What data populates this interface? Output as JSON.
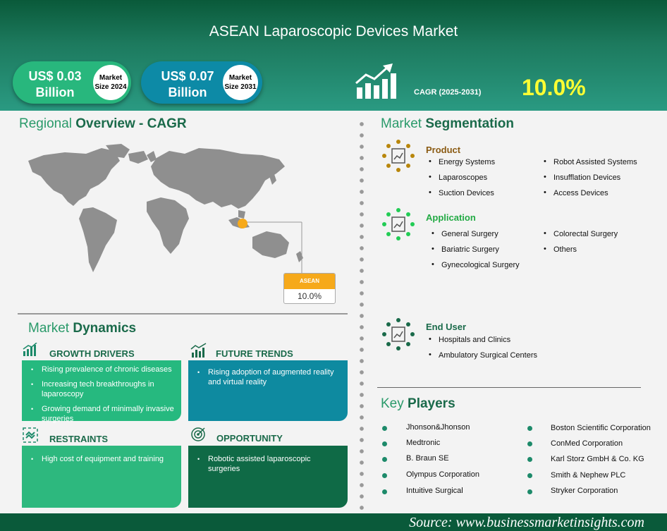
{
  "header": {
    "title": "ASEAN Laparoscopic Devices Market",
    "size_2024": {
      "value": "US$ 0.03 Billion",
      "label": "Market Size 2024"
    },
    "size_2031": {
      "value": "US$ 0.07 Billion",
      "label": "Market Size 2031"
    },
    "cagr_label": "CAGR (2025-2031)",
    "cagr_value": "10.0%"
  },
  "regional": {
    "title_light": "Regional",
    "title_bold": "Overview - CAGR",
    "callout_region": "ASEAN",
    "callout_value": "10.0%",
    "colors": {
      "map": "#8f8f8f",
      "marker": "#f6a91a"
    }
  },
  "dynamics": {
    "title_light": "Market",
    "title_bold": "Dynamics",
    "growth_drivers": {
      "title": "GROWTH DRIVERS",
      "items": [
        "Rising prevalence of chronic diseases",
        "Increasing tech breakthroughs in laparoscopy",
        "Growing demand of minimally invasive surgeries"
      ],
      "color": "#26b97f"
    },
    "future_trends": {
      "title": "FUTURE TRENDS",
      "items": [
        "Rising adoption of augmented reality and virtual reality"
      ],
      "color": "#0e8aa0"
    },
    "restraints": {
      "title": "RESTRAINTS",
      "items": [
        "High cost of equipment and training"
      ],
      "color": "#2db87e"
    },
    "opportunity": {
      "title": "OPPORTUNITY",
      "items": [
        "Robotic assisted laparoscopic surgeries"
      ],
      "color": "#0f6a46"
    }
  },
  "segmentation": {
    "title_light": "Market",
    "title_bold": "Segmentation",
    "product": {
      "title": "Product",
      "color": "#8a5a12",
      "items": [
        "Energy Systems",
        "Laparoscopes",
        "Suction Devices",
        "Robot Assisted Systems",
        "Insufflation Devices",
        "Access Devices"
      ]
    },
    "application": {
      "title": "Application",
      "color": "#22aa44",
      "items": [
        "General Surgery",
        "Bariatric Surgery",
        "Gynecological Surgery",
        "Colorectal Surgery",
        "Others"
      ]
    },
    "end_user": {
      "title": "End User",
      "color": "#1a6a4a",
      "items": [
        "Hospitals and Clinics",
        "Ambulatory Surgical Centers"
      ]
    }
  },
  "players": {
    "title_light": "Key",
    "title_bold": "Players",
    "left": [
      "Jhonson&Jhonson",
      "Medtronic",
      "B. Braun SE",
      "Olympus Corporation",
      "Intuitive Surgical"
    ],
    "right": [
      "Boston Scientific Corporation",
      "ConMed Corporation",
      "Karl Storz GmbH & Co. KG",
      "Smith & Nephew PLC",
      "Stryker Corporation"
    ]
  },
  "footer": {
    "source": "Source:  www.businessmarketinsights.com"
  }
}
